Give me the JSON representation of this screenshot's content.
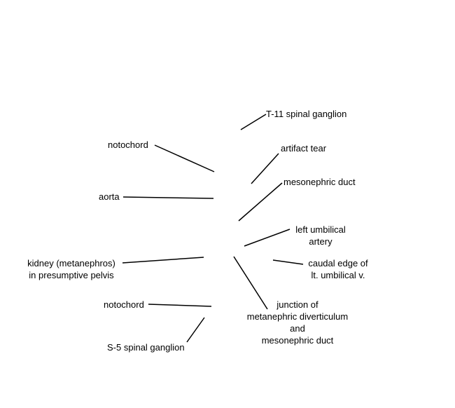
{
  "labels": {
    "t11_spinal_ganglion": "T-11 spinal ganglion",
    "notochord_upper": "notochord",
    "artifact_tear": "artifact tear",
    "mesonephric_duct": "mesonephric duct",
    "aorta": "aorta",
    "left_umbilical_artery": {
      "line1": "left umbilical",
      "line2": "artery"
    },
    "kidney": {
      "line1": "kidney (metanephros)",
      "line2": "in presumptive pelvis"
    },
    "caudal_edge": {
      "line1": "caudal edge of",
      "line2": "lt. umbilical v."
    },
    "notochord_lower": "notochord",
    "junction": {
      "line1": "junction of",
      "line2": "metanephric diverticulum",
      "line3": "and",
      "line4": "mesonephric duct"
    },
    "s5_spinal_ganglion": "S-5 spinal ganglion"
  },
  "colors": {
    "line": "#000000",
    "text": "#000000",
    "background": "#ffffff"
  }
}
